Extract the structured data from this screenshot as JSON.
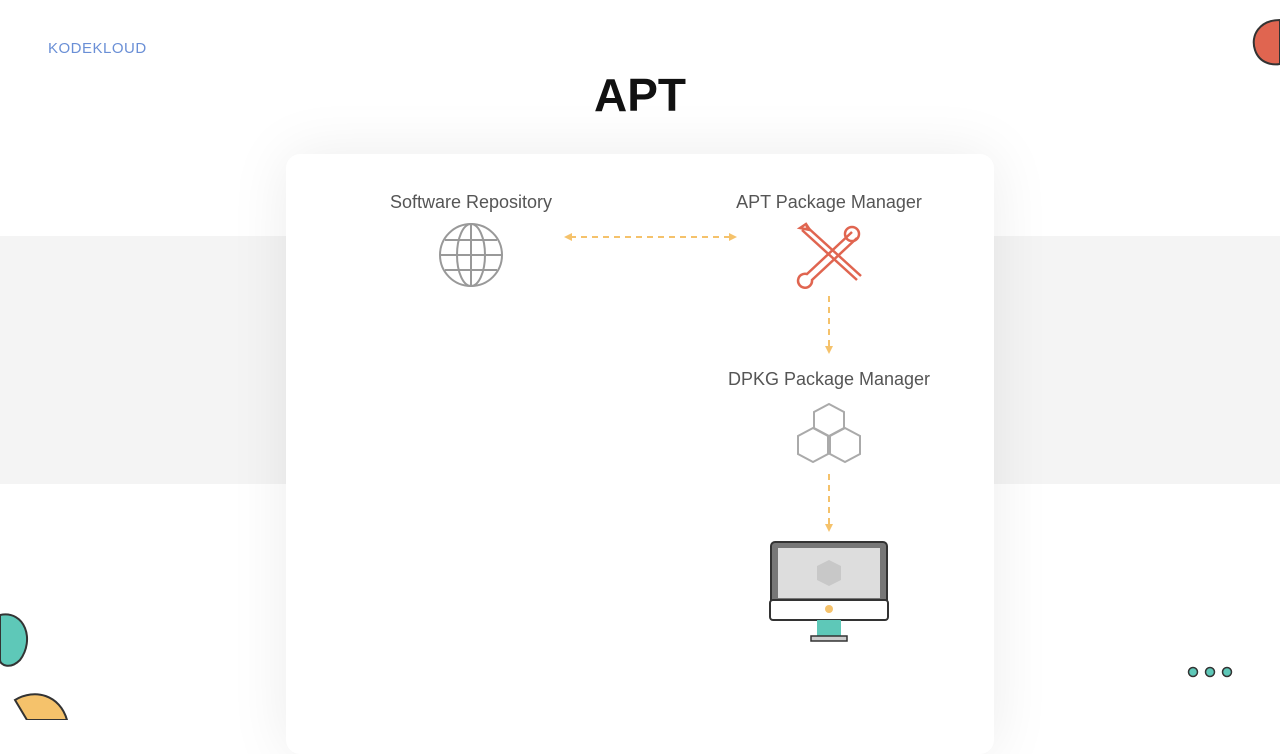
{
  "logo": "KODEKLOUD",
  "title": "APT",
  "nodes": {
    "repo": "Software Repository",
    "apt": "APT  Package Manager",
    "dpkg": "DPKG Package Manager"
  },
  "colors": {
    "arrow": "#f5c26b",
    "tools": "#e06550",
    "teal": "#5ec8b8"
  }
}
